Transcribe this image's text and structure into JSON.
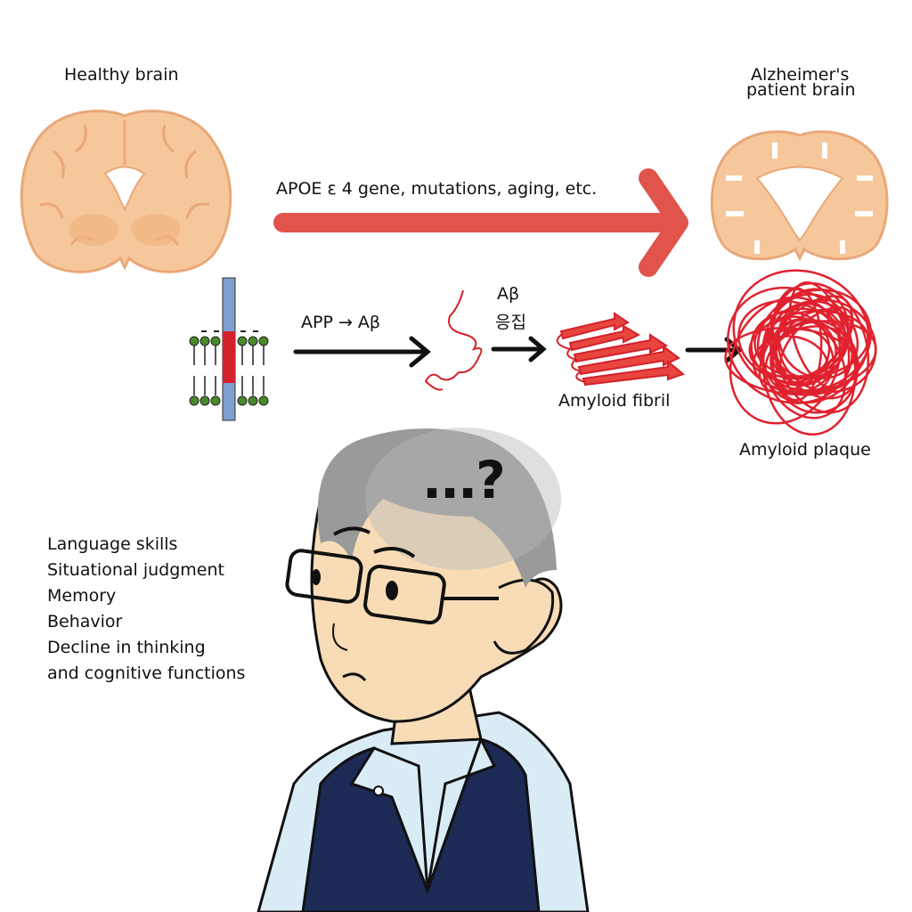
{
  "labels": {
    "healthy_brain": "Healthy brain",
    "alz_brain_line1": "Alzheimer's",
    "alz_brain_line2": "patient brain",
    "causes": "APOE ε 4 gene, mutations, aging, etc.",
    "app_to_abeta": "APP → Aβ",
    "abeta": "Aβ",
    "aggregation": "응집",
    "fibril": "Amyloid fibril",
    "plaque": "Amyloid plaque",
    "confusion": "...?"
  },
  "symptoms": [
    "Language skills",
    "Situational judgment",
    "Memory",
    "Behavior",
    "Decline in thinking",
    "and cognitive functions"
  ],
  "colors": {
    "brain": "#f6c79a",
    "brain_edge": "#e9a879",
    "arrow_red": "#e0544c",
    "amyloid_red": "#e8353a",
    "membrane_bar": "#7e9fd0",
    "vest": "#1c2a55",
    "shirt": "#d9ecf6",
    "skin": "#f7dcb6"
  }
}
